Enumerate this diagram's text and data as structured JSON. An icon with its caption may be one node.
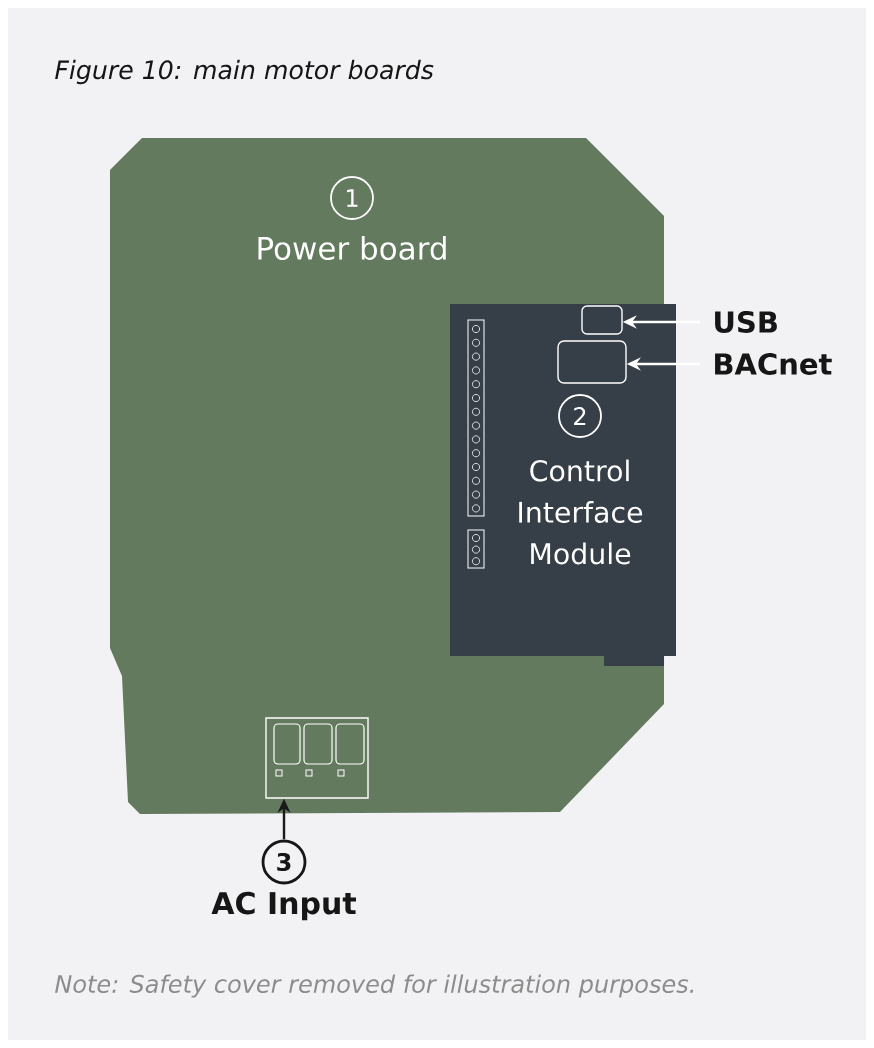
{
  "diagram": {
    "title": "Figure 10: main motor boards",
    "caption": "Note: Safety cover removed for illustration purposes.",
    "nodes": [
      {
        "text": [
          "1",
          "Power board"
        ]
      },
      {
        "text": [
          "2",
          "Control Interface Module"
        ],
        "in": 0
      },
      {
        "text": [],
        "shape": "box",
        "in": 1
      },
      {
        "text": [
          "USB"
        ]
      },
      {
        "text": [],
        "shape": "box",
        "in": 1
      },
      {
        "text": [
          "BACnet"
        ]
      },
      {
        "text": [],
        "shape": "box",
        "in": 0
      },
      {
        "text": [
          "3",
          "AC Input"
        ]
      }
    ],
    "edges": [
      {
        "from": 3,
        "to": 2,
        "arrow": "to"
      },
      {
        "from": 5,
        "to": 4,
        "arrow": "to"
      },
      {
        "from": 7,
        "to": 6,
        "arrow": "to",
        "color": "#1a1a1a"
      }
    ]
  }
}
